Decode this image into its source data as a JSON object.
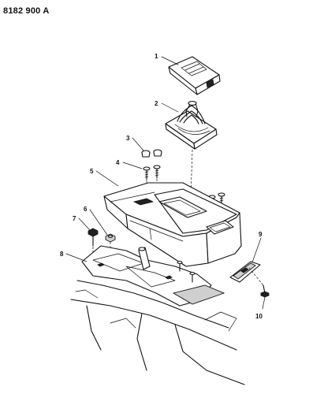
{
  "header": {
    "part_code": "8182 900 A"
  },
  "callouts": [
    "1",
    "2",
    "3",
    "4",
    "5",
    "6",
    "7",
    "8",
    "9",
    "10"
  ]
}
